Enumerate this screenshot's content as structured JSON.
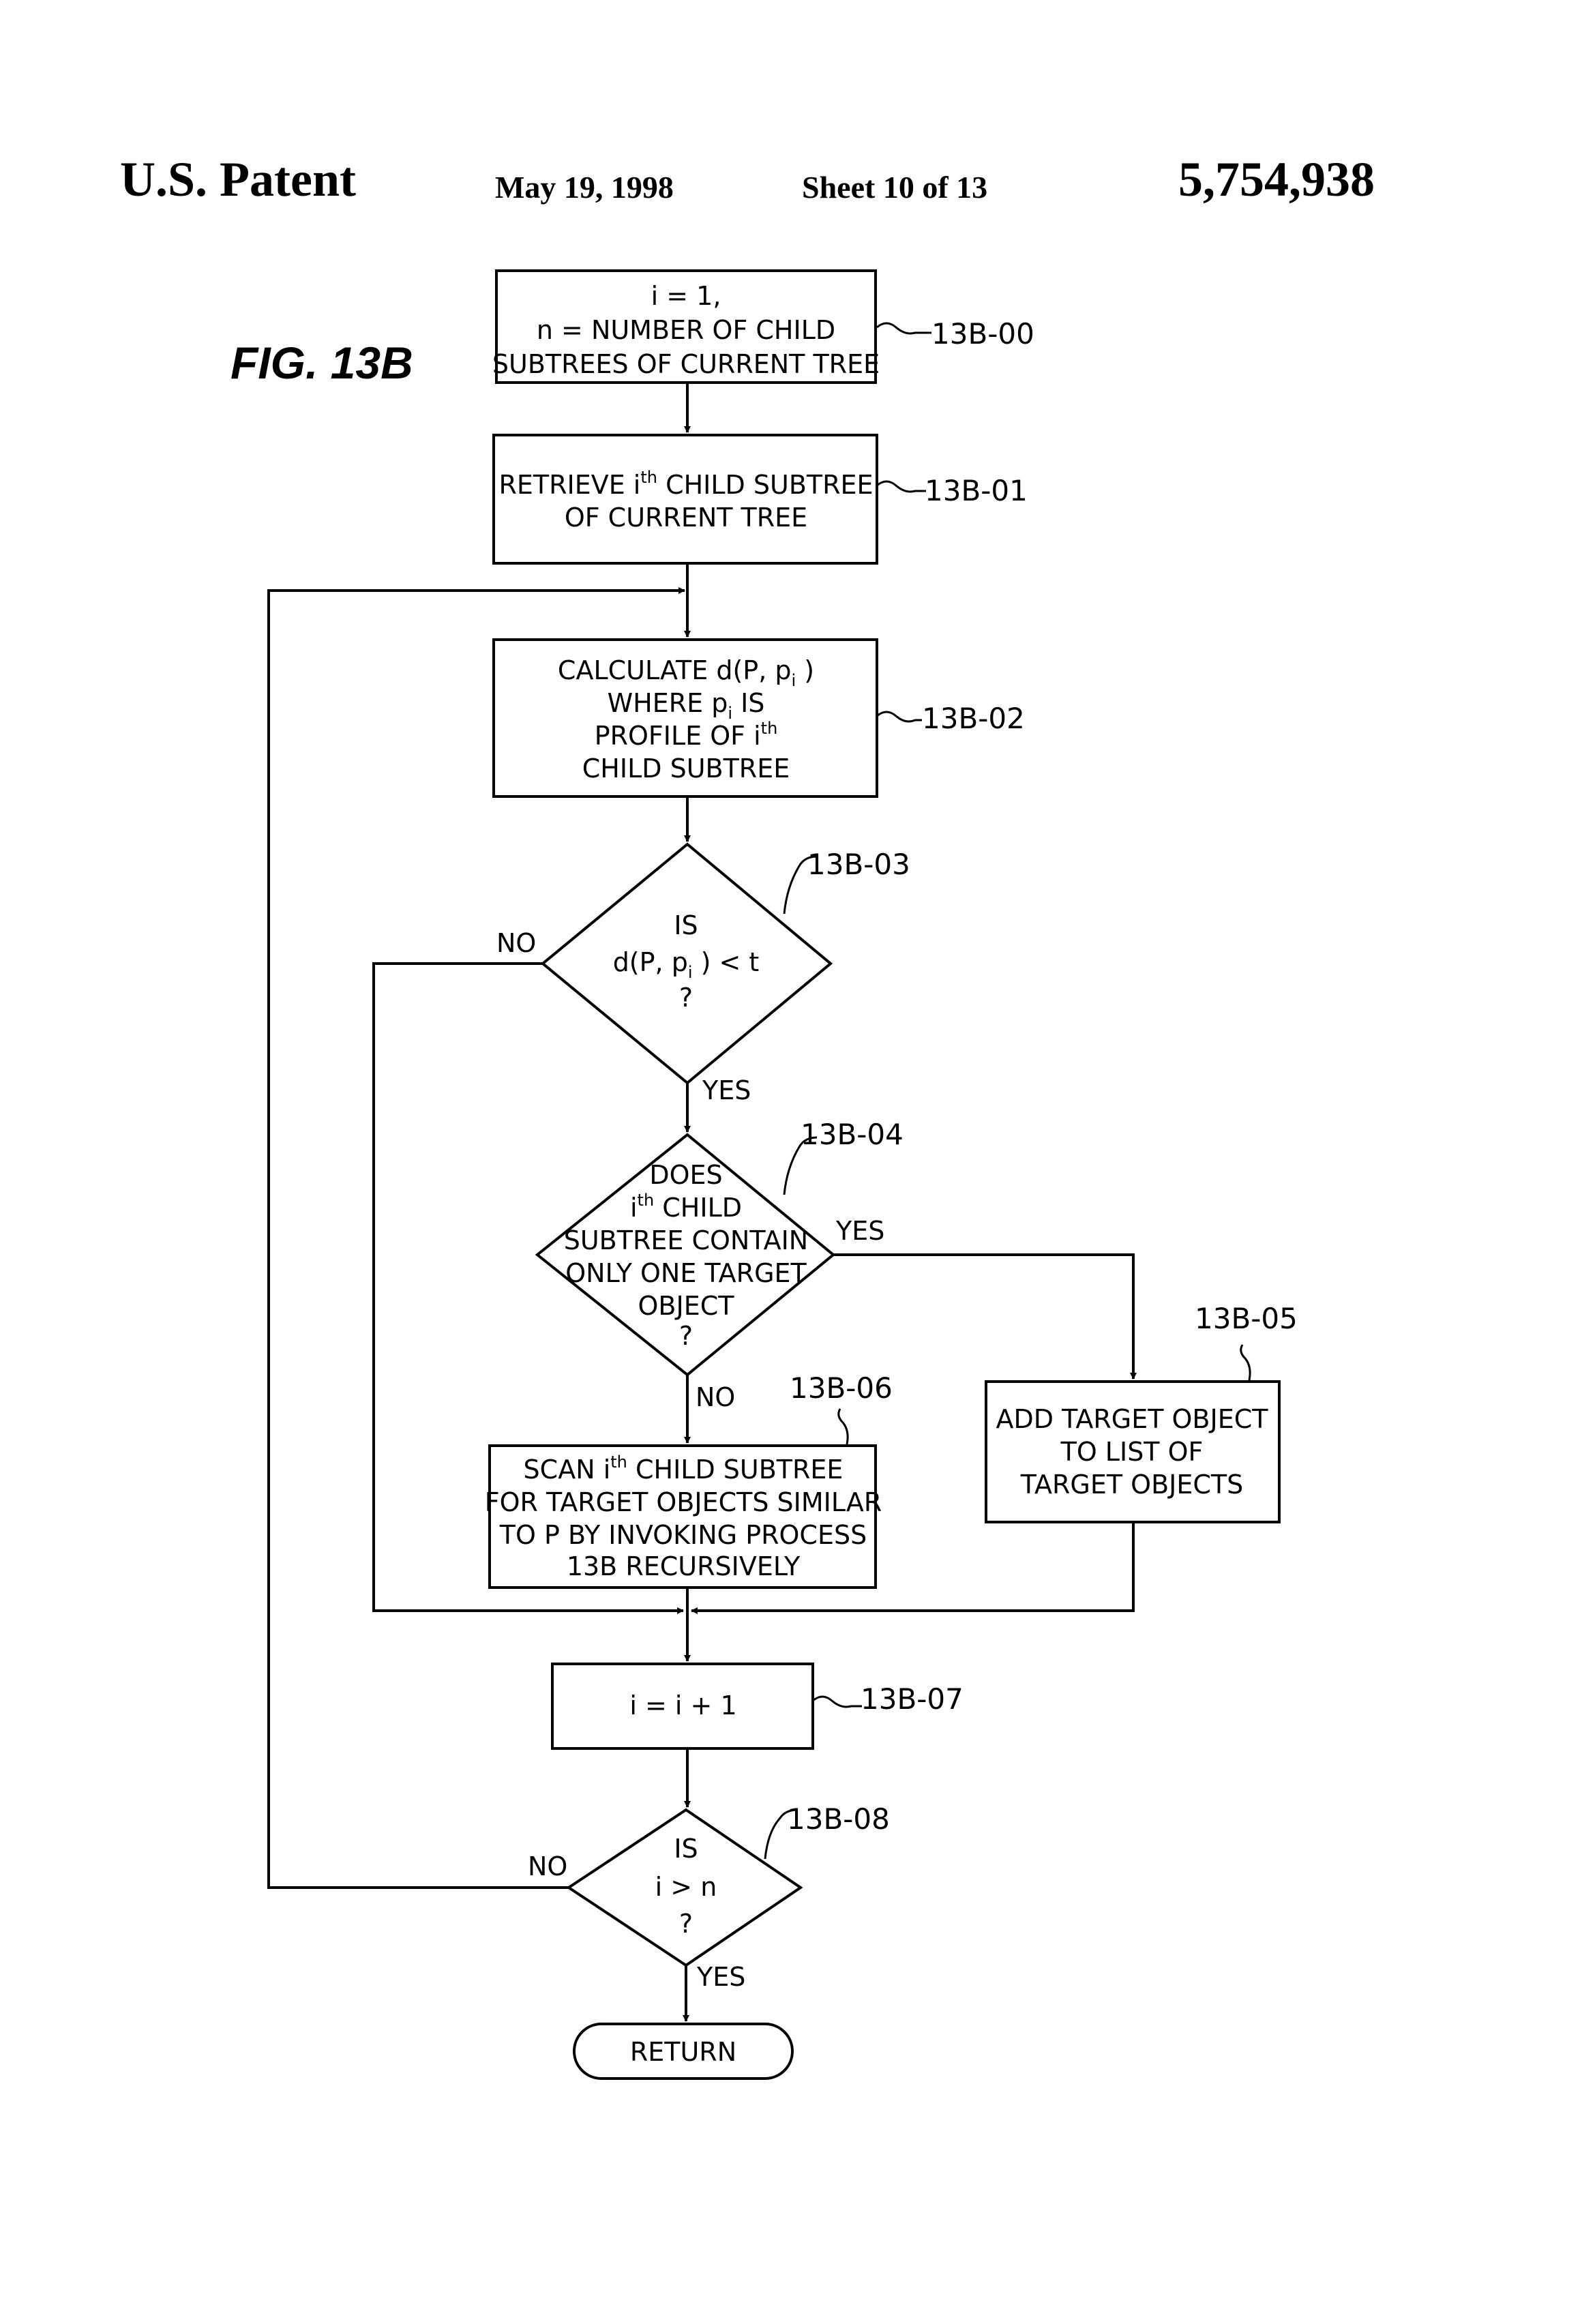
{
  "header": {
    "left": "U.S. Patent",
    "date": "May 19, 1998",
    "sheet": "Sheet 10 of 13",
    "number": "5,754,938"
  },
  "figure": {
    "label": "FIG. 13B"
  },
  "steps": {
    "s00": {
      "ref": "13B-00",
      "line1": "i = 1,",
      "line2": "n  = NUMBER OF CHILD",
      "line3": "SUBTREES OF CURRENT TREE"
    },
    "s01": {
      "ref": "13B-01",
      "line1_a": "RETRIEVE i",
      "line1_sup": "th",
      "line1_b": " CHILD SUBTREE",
      "line2": "OF CURRENT TREE"
    },
    "s02": {
      "ref": "13B-02",
      "line1_a": "CALCULATE d(P, p",
      "line1_sub": "i",
      "line1_b": " )",
      "line2_a": "WHERE p",
      "line2_sub": "i",
      "line2_b": " IS",
      "line3_a": "PROFILE OF i",
      "line3_sup": "th",
      "line4": "CHILD SUBTREE"
    },
    "s03": {
      "ref": "13B-03",
      "line1": "IS",
      "line2_a": "d(P, p",
      "line2_sub": "i",
      "line2_b": " ) < t",
      "line3": "?",
      "no_label": "NO",
      "yes_label": "YES"
    },
    "s04": {
      "ref": "13B-04",
      "line1": "DOES",
      "line2_a": "i",
      "line2_sup": "th",
      "line2_b": " CHILD",
      "line3": "SUBTREE CONTAIN",
      "line4": "ONLY ONE TARGET",
      "line5": "OBJECT",
      "line6": "?",
      "yes_label": "YES",
      "no_label": "NO"
    },
    "s05": {
      "ref": "13B-05",
      "line1": "ADD TARGET OBJECT",
      "line2": "TO LIST OF",
      "line3": "TARGET OBJECTS"
    },
    "s06": {
      "ref": "13B-06",
      "line1_a": "SCAN i",
      "line1_sup": "th",
      "line1_b": " CHILD SUBTREE",
      "line2": "FOR TARGET OBJECTS SIMILAR",
      "line3": "TO P BY INVOKING PROCESS",
      "line4": "13B RECURSIVELY"
    },
    "s07": {
      "ref": "13B-07",
      "line1": "i = i + 1"
    },
    "s08": {
      "ref": "13B-08",
      "line1": "IS",
      "line2": "i > n",
      "line3": "?",
      "no_label": "NO",
      "yes_label": "YES"
    },
    "ret": {
      "label": "RETURN"
    }
  }
}
